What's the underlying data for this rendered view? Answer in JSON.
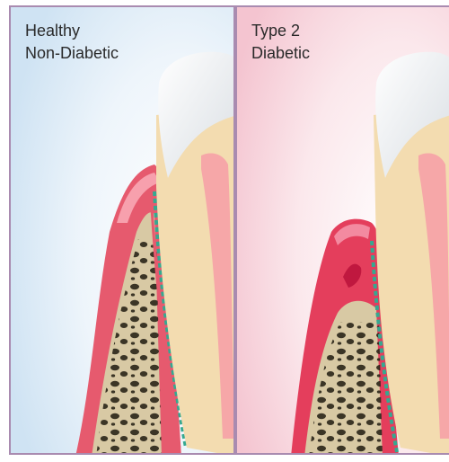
{
  "panels": [
    {
      "label_line1": "Healthy",
      "label_line2": "Non-Diabetic",
      "condition": "healthy",
      "background_color": "#dcebf6",
      "gum_color": "#e65a6e"
    },
    {
      "label_line1": "Type 2",
      "label_line2": "Diabetic",
      "condition": "diabetic",
      "background_color": "#f8d6de",
      "gum_color": "#e43e5c"
    }
  ],
  "colors": {
    "enamel": "#f2f4f6",
    "dentin": "#f3dcb0",
    "pulp": "#f6a7a8",
    "bone": "#d8c9a4",
    "bone_pores": "#2a2418",
    "ligament": "#35a890",
    "frame_border": "#a98bb0"
  }
}
